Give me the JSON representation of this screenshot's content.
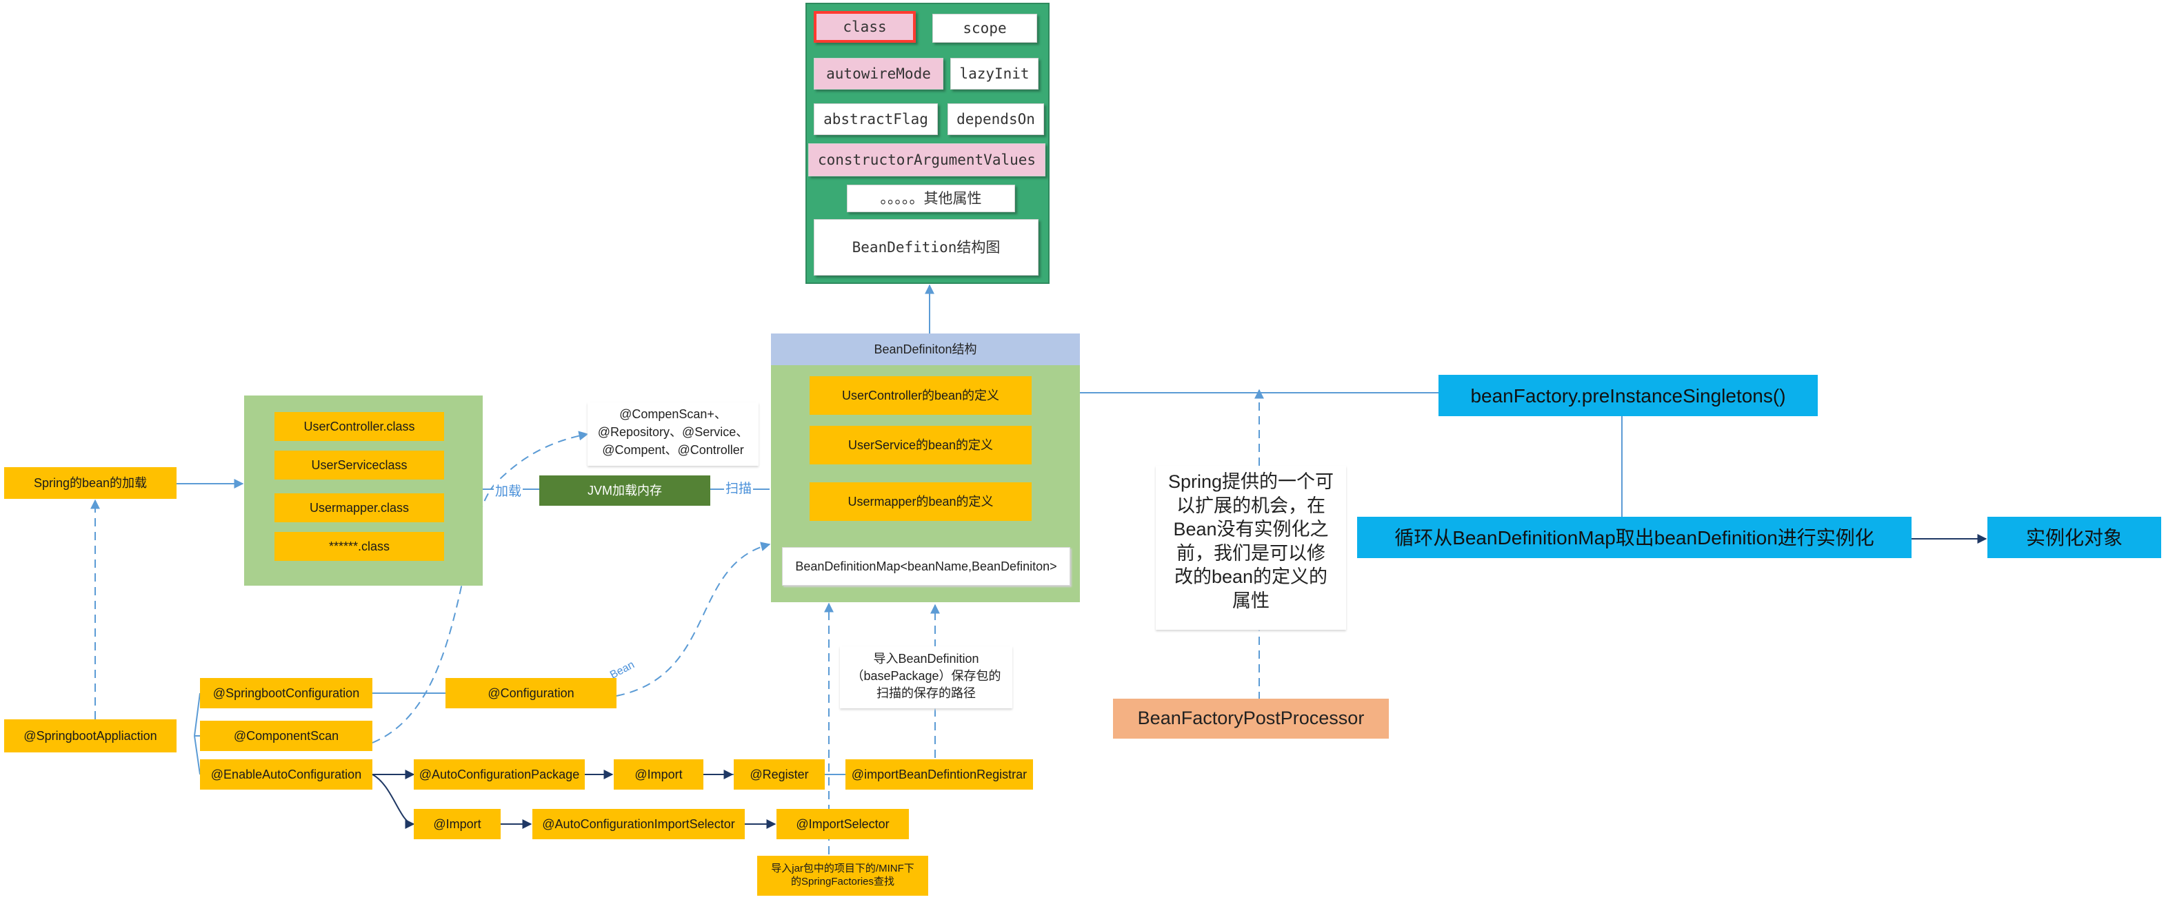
{
  "colors": {
    "orange": "#ffc000",
    "blue": "#0bb0ec",
    "green": "#a9d08e",
    "teal": "#3aaa74",
    "arrow": "#5b9bd5",
    "dark_arrow": "#1f3864"
  },
  "attributes": {
    "class": "class",
    "scope": "scope",
    "autowire_mode": "autowireMode",
    "lazy_init": "lazyInit",
    "abstract_flag": "abstractFlag",
    "depends_on": "dependsOn",
    "constructor_args": "constructorArgumentValues",
    "other": "。。。。。其他属性",
    "caption": "BeanDefition结构图"
  },
  "bean_def": {
    "header": "BeanDefiniton结构",
    "user_controller": "UserController的bean的定义",
    "user_service": "UserService的bean的定义",
    "usermapper": "Usermapper的bean的定义",
    "map": "BeanDefinitionMap<beanName,BeanDefiniton>"
  },
  "classes": {
    "user_controller": "UserController.class",
    "user_service": "UserServiceclass",
    "usermapper": "Usermapper.class",
    "others": "******.class"
  },
  "loading": "Spring的bean的加载",
  "jvm": "JVM加载内存",
  "edge_labels": {
    "load": "加载",
    "scan": "扫描",
    "bean": "Bean"
  },
  "annotations_note": [
    "@CompenScan+、",
    "@Repository、@Service、",
    "@Compent、@Controller"
  ],
  "springboot": {
    "app": "@SpringbootAppliaction",
    "configuration": "@SpringbootConfiguration",
    "component_scan": "@ComponentScan",
    "enable_auto": "@EnableAutoConfiguration",
    "config": "@Configuration",
    "auto_package": "@AutoConfigurationPackage",
    "import1": "@Import",
    "register": "@Register",
    "registrar": "@importBeanDefintionRegistrar",
    "import2": "@Import",
    "import_selector_cls": "@AutoConfigurationImportSelector",
    "import_selector": "@ImportSelector"
  },
  "import_note": [
    "导入BeanDefinition",
    "（basePackage）保存包的",
    "扫描的保存的路径"
  ],
  "jar_note": [
    "导入jar包中的项目下的/MINF下",
    "的SpringFactories查找"
  ],
  "spring_note": [
    "Spring提供的一个可",
    "以扩展的机会，在",
    "Bean没有实例化之",
    "前，我们是可以修",
    "改的bean的定义的",
    "属性"
  ],
  "post_processor": "BeanFactoryPostProcessor",
  "pre_instantiate": "beanFactory.preInstanceSingletons()",
  "loop": "循环从BeanDefinitionMap取出beanDefinition进行实例化",
  "instance": "实例化对象"
}
